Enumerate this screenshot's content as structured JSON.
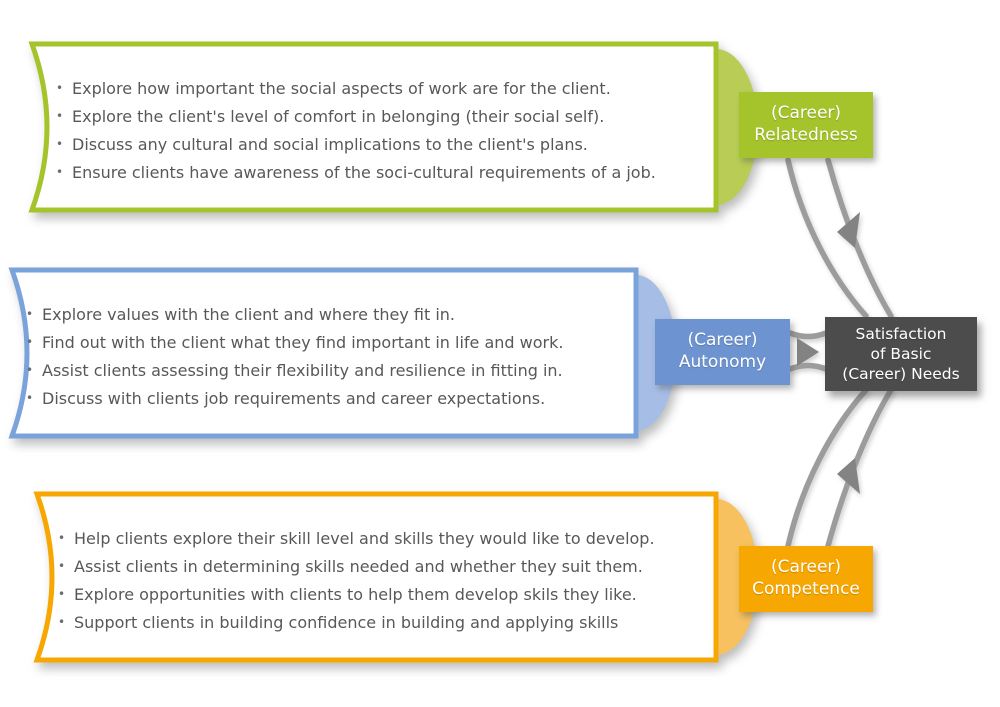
{
  "bullet_char": "•",
  "colors": {
    "green": "#a5c32a",
    "green_light": "#b9cd56",
    "blue": "#6d94d0",
    "blue_border": "#7aa3dc",
    "blue_light": "#a6bde5",
    "orange": "#f7a702",
    "orange_light": "#f6c15e",
    "center_bg": "#4c4c4c",
    "connector_gray": "#9c9c9c",
    "arrow_gray": "#838383",
    "text_gray": "#57585a"
  },
  "groups": [
    {
      "id": "relatedness",
      "label": {
        "line1": "(Career)",
        "line2": "Relatedness"
      },
      "bullets": [
        "Explore how important the social aspects of work are for the client.",
        "Explore the client's level of comfort in belonging (their social self).",
        "Discuss any cultural and social implications to the client's plans.",
        "Ensure clients have awareness of the soci-cultural requirements of a job."
      ]
    },
    {
      "id": "autonomy",
      "label": {
        "line1": "(Career)",
        "line2": "Autonomy"
      },
      "bullets": [
        "Explore values with the client and where they fit in.",
        "Find out with the client what they find important in life and work.",
        "Assist clients assessing their flexibility and resilience in fitting in.",
        "Discuss with clients job requirements and career expectations."
      ]
    },
    {
      "id": "competence",
      "label": {
        "line1": "(Career)",
        "line2": "Competence"
      },
      "bullets": [
        "Help clients explore their skill level and skills they would like to develop.",
        "Assist clients in determining skills needed and whether they suit them.",
        "Explore opportunities with clients to help them develop skils they like.",
        "Support clients in building confidence in building and applying skills"
      ]
    }
  ],
  "center": {
    "line1": "Satisfaction",
    "line2": "of Basic",
    "line3": "(Career) Needs"
  }
}
